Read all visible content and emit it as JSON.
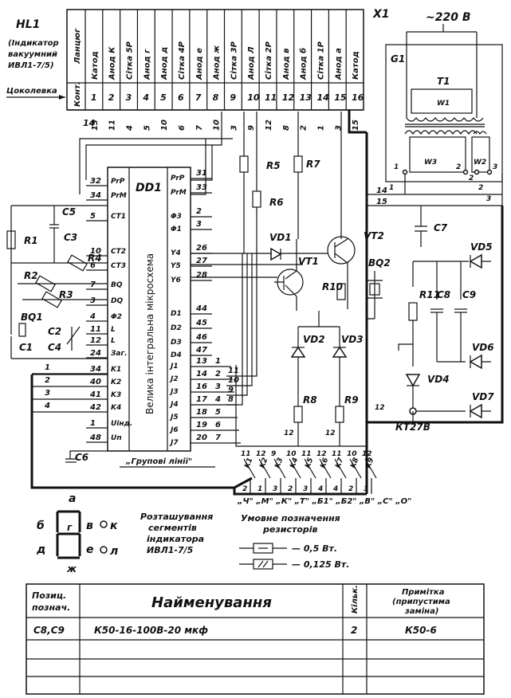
{
  "indicator": {
    "ref": "HL1",
    "desc_lines": [
      "(Індикатор",
      "вакуумний",
      "ИВЛ1-7/5)"
    ],
    "socket_label": "Цоколевка"
  },
  "connector": {
    "ref": "X1",
    "header_func": "Ланцюг",
    "header_pin": "Конт.",
    "columns": [
      {
        "name": "Катод",
        "pin": "1",
        "wire": "13"
      },
      {
        "name": "Анод К",
        "pin": "2",
        "wire": "11"
      },
      {
        "name": "Сітка 5Р",
        "pin": "3",
        "wire": "4"
      },
      {
        "name": "Анод г",
        "pin": "4",
        "wire": "5"
      },
      {
        "name": "Анод д",
        "pin": "5",
        "wire": "10"
      },
      {
        "name": "Сітка 4Р",
        "pin": "6",
        "wire": "6"
      },
      {
        "name": "Анод е",
        "pin": "7",
        "wire": "7"
      },
      {
        "name": "Анод ж",
        "pin": "8",
        "wire": "10"
      },
      {
        "name": "Сітка 3Р",
        "pin": "9",
        "wire": "3"
      },
      {
        "name": "Анод Л",
        "pin": "10",
        "wire": "9"
      },
      {
        "name": "Сітка 2Р",
        "pin": "11",
        "wire": "12"
      },
      {
        "name": "Анод в",
        "pin": "12",
        "wire": "8"
      },
      {
        "name": "Анод б",
        "pin": "13",
        "wire": "2"
      },
      {
        "name": "Сітка 1Р",
        "pin": "14",
        "wire": "1"
      },
      {
        "name": "Анод а",
        "pin": "15",
        "wire": "3"
      },
      {
        "name": "Катод",
        "pin": "16",
        "wire": "15"
      }
    ],
    "left_wire": "14"
  },
  "power": {
    "mains": "~220 В",
    "source": "G1",
    "transformer": "T1",
    "windings": [
      "W1",
      "W2",
      "W3"
    ],
    "pins": [
      "1",
      "1",
      "2",
      "3",
      "2",
      "3"
    ],
    "out_pins": [
      "1",
      "2",
      "3"
    ],
    "bus": [
      "14",
      "15"
    ]
  },
  "chip": {
    "ref": "DD1",
    "body_text": "Велика інтегральна мікросхема",
    "left_pins": [
      {
        "name": "PrP",
        "num": "32"
      },
      {
        "name": "PrM",
        "num": "34"
      },
      {
        "name": "CT1",
        "num": "5"
      },
      {
        "name": "CT2",
        "num": "10"
      },
      {
        "name": "CT3",
        "num": "6"
      },
      {
        "name": "BQ",
        "num": "7"
      },
      {
        "name": "DQ",
        "num": "3"
      },
      {
        "name": "Φ2",
        "num": "4"
      },
      {
        "name": "L",
        "num": "11"
      },
      {
        "name": "L",
        "num": "12"
      },
      {
        "name": "Заг.",
        "num": "24"
      },
      {
        "name": "K1",
        "num": "34"
      },
      {
        "name": "K2",
        "num": "40"
      },
      {
        "name": "K3",
        "num": "41"
      },
      {
        "name": "K4",
        "num": "42"
      },
      {
        "name": "Uінд.",
        "num": "1"
      },
      {
        "name": "Un",
        "num": "48"
      }
    ],
    "right_pins": [
      {
        "name": "PrP",
        "num": "31"
      },
      {
        "name": "PrM",
        "num": "33"
      },
      {
        "name": "Φ3",
        "num": "2"
      },
      {
        "name": "Φ1",
        "num": "3"
      },
      {
        "name": "Y4",
        "num": "26"
      },
      {
        "name": "Y5",
        "num": "27"
      },
      {
        "name": "Y6",
        "num": "28"
      },
      {
        "name": "D1",
        "num": "44"
      },
      {
        "name": "D2",
        "num": "45"
      },
      {
        "name": "D3",
        "num": "46"
      },
      {
        "name": "D4",
        "num": "47"
      },
      {
        "name": "J1",
        "num": "13"
      },
      {
        "name": "J2",
        "num": "14"
      },
      {
        "name": "J3",
        "num": "16"
      },
      {
        "name": "J4",
        "num": "17"
      },
      {
        "name": "J5",
        "num": "18"
      },
      {
        "name": "J6",
        "num": "19"
      },
      {
        "name": "J7",
        "num": "20"
      }
    ],
    "left_ext": [
      "1",
      "2",
      "3",
      "4"
    ],
    "j_ext": [
      "1",
      "2",
      "3",
      "4",
      "5",
      "6",
      "7"
    ],
    "j_out": [
      "11",
      "10",
      "9",
      "8"
    ]
  },
  "components": {
    "R1": "R1",
    "R2": "R2",
    "R3": "R3",
    "R4": "R4",
    "R5": "R5",
    "R6": "R6",
    "R7": "R7",
    "R8": "R8",
    "R9": "R9",
    "R10": "R10",
    "R11": "R11",
    "C1": "C1",
    "C2": "C2",
    "C3": "C3",
    "C4": "C4",
    "C5": "C5",
    "C6": "C6",
    "C7": "C7",
    "C8": "C8",
    "C9": "C9",
    "VD1": "VD1",
    "VD2": "VD2",
    "VD3": "VD3",
    "VD4": "VD4",
    "VD5": "VD5",
    "VD6": "VD6",
    "VD7": "VD7",
    "VT1": "VT1",
    "VT2": "VT2",
    "BQ1": "BQ1",
    "BQ2": "BQ2",
    "KT": "КТ27В",
    "wire12": "12"
  },
  "keys": {
    "group_label": "„Групові лінії\"",
    "top_nums": [
      "11",
      "12",
      "9",
      "10",
      "11",
      "12",
      "11",
      "10",
      "12"
    ],
    "names": [
      "K1",
      "K2",
      "K3",
      "K4",
      "K5",
      "K6",
      "K7",
      "K8",
      "K9"
    ],
    "bottom_nums": [
      "2",
      "1",
      "3",
      "2",
      "3",
      "4",
      "4",
      "2",
      "3"
    ],
    "functions": "„Ч\" „М\" „К\" „Т\" „Б1\" „Б2\" „В\" „С\" „О\""
  },
  "segments": {
    "letters": [
      "а",
      "б",
      "г",
      "в",
      "к",
      "д",
      "е",
      "л",
      "ж"
    ],
    "caption": [
      "Розташування",
      "сегментів",
      "індикатора",
      "ИВЛ1-7/5"
    ]
  },
  "legend": {
    "title": [
      "Умовне позначення",
      "резисторів"
    ],
    "items": [
      "— 0,5 Вт.",
      "— 0,125 Вт."
    ]
  },
  "table": {
    "headers": {
      "pos": [
        "Позиц.",
        "познач."
      ],
      "name": "Найменування",
      "qty": "Кільк.",
      "note": [
        "Примітка",
        "(припустима",
        "заміна)"
      ]
    },
    "rows": [
      {
        "pos": "С8,С9",
        "name": "К50-16-100В-20 мкф",
        "qty": "2",
        "note": "К50-6"
      }
    ]
  }
}
